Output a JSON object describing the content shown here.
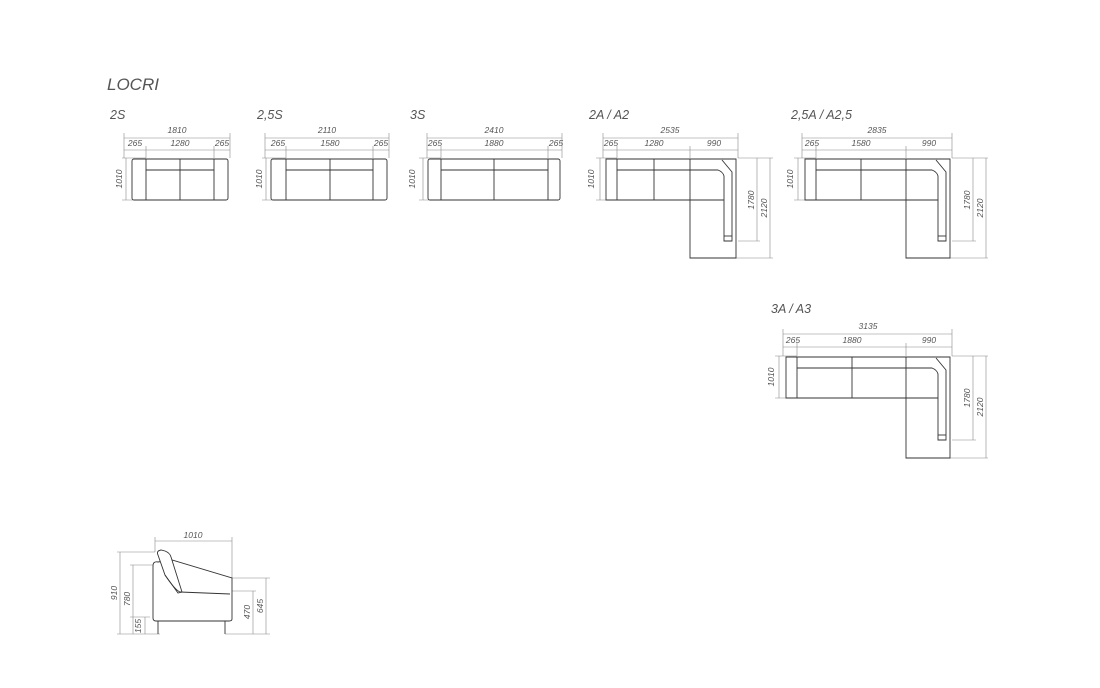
{
  "title": "LOCRI",
  "models": [
    {
      "label": "2S",
      "total_width": "1810",
      "seg": [
        "265",
        "1280",
        "265"
      ],
      "depth": "1010"
    },
    {
      "label": "2,5S",
      "total_width": "2110",
      "seg": [
        "265",
        "1580",
        "265"
      ],
      "depth": "1010"
    },
    {
      "label": "3S",
      "total_width": "2410",
      "seg": [
        "265",
        "1880",
        "265"
      ],
      "depth": "1010"
    },
    {
      "label": "2A / A2",
      "total_width": "2535",
      "seg": [
        "265",
        "1280",
        "990"
      ],
      "depth": "1010",
      "chaise_depth": "1780",
      "total_depth": "2120"
    },
    {
      "label": "2,5A / A2,5",
      "total_width": "2835",
      "seg": [
        "265",
        "1580",
        "990"
      ],
      "depth": "1010",
      "chaise_depth": "1780",
      "total_depth": "2120"
    },
    {
      "label": "3A / A3",
      "total_width": "3135",
      "seg": [
        "265",
        "1880",
        "990"
      ],
      "depth": "1010",
      "chaise_depth": "1780",
      "total_depth": "2120"
    }
  ],
  "side_view": {
    "depth": "1010",
    "total_height": "910",
    "back_height": "780",
    "leg_height": "155",
    "arm_height": "645",
    "seat_height": "470"
  }
}
